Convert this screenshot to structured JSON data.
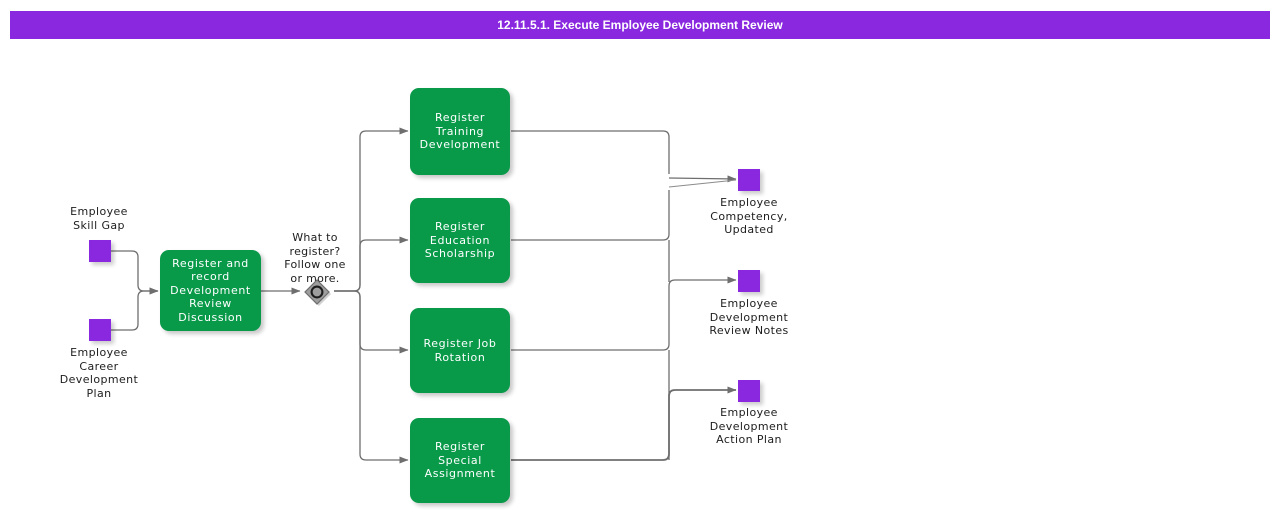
{
  "header": {
    "title": "12.11.5.1. Execute Employee Development Review",
    "bg_color": "#8a28e0",
    "text_color": "#ffffff"
  },
  "colors": {
    "task_green": "#089949",
    "artifact_purple": "#8a28e0",
    "connector_gray": "#6e6e6e",
    "gateway_gray": "#9e9e9e",
    "label_text": "#1d1d1d"
  },
  "diagram": {
    "type": "bpmn-process-flow",
    "inputs": [
      {
        "id": "in-skill-gap",
        "name": "employee-skill-gap",
        "label": "Employee\nSkill Gap",
        "shape": "data-object"
      },
      {
        "id": "in-career-plan",
        "name": "employee-career-development-plan",
        "label": "Employee\nCareer\nDevelopment\nPlan",
        "shape": "data-object"
      }
    ],
    "tasks": [
      {
        "id": "t-register-record",
        "name": "register-and-record-development-review-discussion",
        "label": "Register and record Development Review Discussion"
      },
      {
        "id": "t-training",
        "name": "register-training-development",
        "label": "Register Training Development"
      },
      {
        "id": "t-education",
        "name": "register-education-scholarship",
        "label": "Register Education Scholarship"
      },
      {
        "id": "t-job-rotation",
        "name": "register-job-rotation",
        "label": "Register Job Rotation"
      },
      {
        "id": "t-special-assignment",
        "name": "register-special-assignment",
        "label": "Register Special Assignment"
      }
    ],
    "gateway": {
      "id": "gw-what-to-register",
      "name": "inclusive-gateway",
      "type": "inclusive",
      "label": "What to register? Follow one or more."
    },
    "outputs": [
      {
        "id": "out-competency",
        "name": "employee-competency-updated",
        "label": "Employee\nCompetency,\nUpdated",
        "shape": "data-object"
      },
      {
        "id": "out-review-notes",
        "name": "employee-development-review-notes",
        "label": "Employee\nDevelopment\nReview Notes",
        "shape": "data-object"
      },
      {
        "id": "out-action-plan",
        "name": "employee-development-action-plan",
        "label": "Employee\nDevelopment\nAction Plan",
        "shape": "data-object"
      }
    ]
  }
}
